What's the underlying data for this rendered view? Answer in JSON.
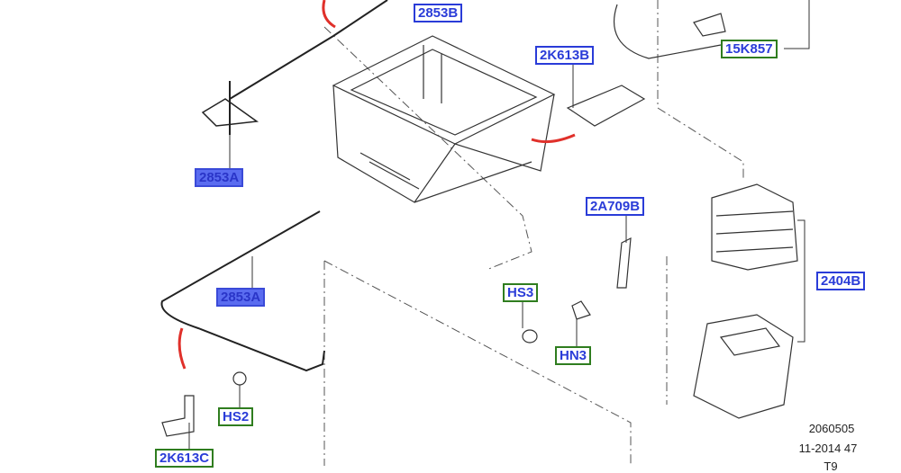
{
  "callouts": [
    {
      "id": "2853B",
      "style": "normal"
    },
    {
      "id": "2K613B",
      "style": "normal"
    },
    {
      "id": "15K857",
      "style": "green"
    },
    {
      "id": "2853A",
      "style": "highlighted"
    },
    {
      "id": "2A709B",
      "style": "normal"
    },
    {
      "id": "2404B",
      "style": "normal"
    },
    {
      "id": "HS3",
      "style": "green"
    },
    {
      "id": "2853A",
      "style": "highlighted"
    },
    {
      "id": "HN3",
      "style": "green"
    },
    {
      "id": "HS2",
      "style": "green"
    },
    {
      "id": "2K613C",
      "style": "green"
    }
  ],
  "footer": {
    "drawing_number": "2060505",
    "date_code": "11-2014 47",
    "suffix": "T9"
  },
  "colors": {
    "callout_blue": "#2a3cd8",
    "highlight_fill": "#5a6cf0",
    "green_border": "#2f7d1f",
    "arrow_red": "#e0302a"
  }
}
